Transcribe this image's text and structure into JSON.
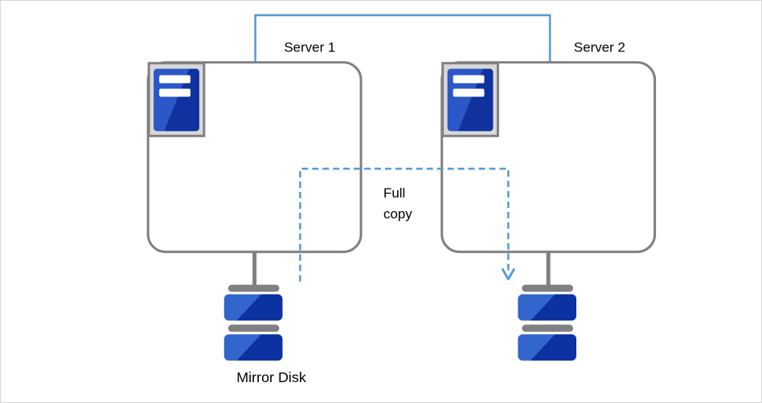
{
  "labels": {
    "server1": "Server 1",
    "server2": "Server 2",
    "full_copy_line1": "Full",
    "full_copy_line2": "copy",
    "mirror_disk": "Mirror Disk"
  },
  "colors": {
    "connector_blue": "#5B9BD5",
    "dashed_arrow_blue": "#5B9BD5",
    "box_outline_gray": "#7F7F7F",
    "hardware_gray": "#808080",
    "icon_frame_fill": "#D9D9D9",
    "disk_blue_light": "#3366CC",
    "disk_blue_dark": "#0C31A1",
    "icon_blue_light": "#2B57C8",
    "icon_blue_dark": "#10329E",
    "label_text": "#000000",
    "canvas_border": "#D5D5D5",
    "background": "#FFFFFF"
  },
  "diagram": {
    "type": "server-mirror-disk-copy",
    "nodes": [
      {
        "id": "server1",
        "label": "Server 1"
      },
      {
        "id": "server2",
        "label": "Server 2"
      },
      {
        "id": "mirror-disk-1",
        "label": "Mirror Disk"
      },
      {
        "id": "mirror-disk-2",
        "label": ""
      }
    ],
    "edges": [
      {
        "from": "server1",
        "to": "server2",
        "style": "solid-blue",
        "label": ""
      },
      {
        "from": "mirror-disk-1",
        "to": "mirror-disk-2",
        "style": "dashed-blue-arrow",
        "label": "Full copy"
      }
    ]
  }
}
